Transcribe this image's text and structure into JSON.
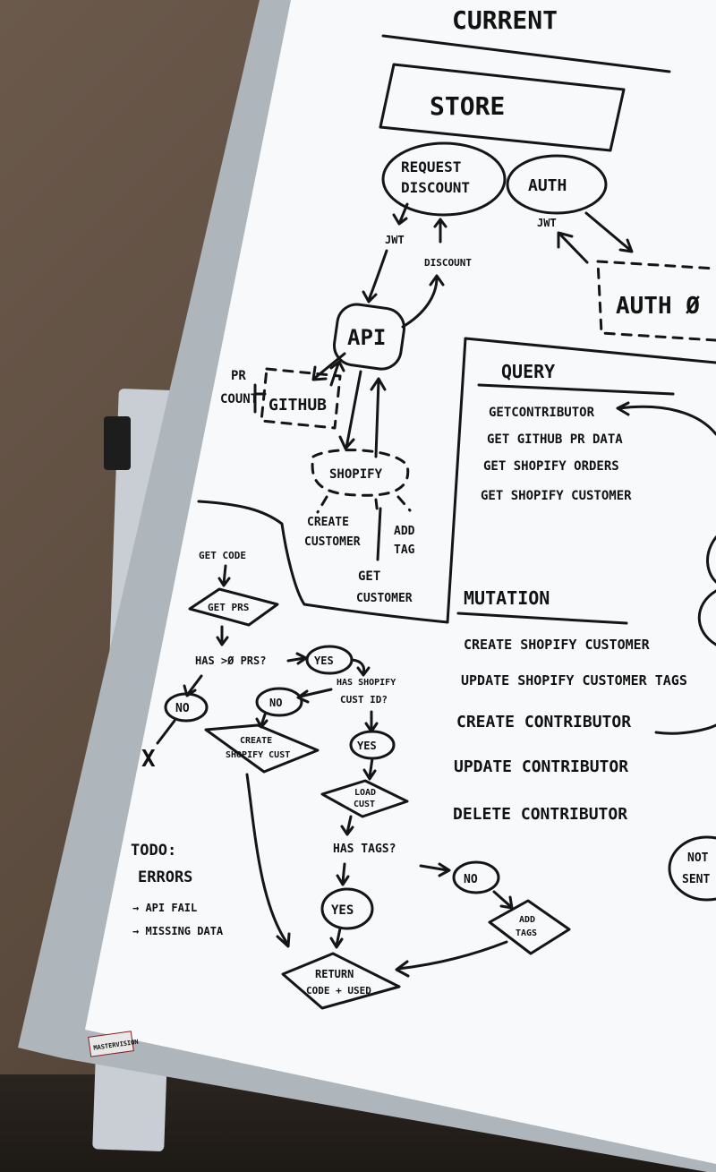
{
  "title": "CURRENT",
  "store": "STORE",
  "request_discount": [
    "REQUEST",
    "DISCOUNT"
  ],
  "auth": "AUTH",
  "jwt_left": "JWT",
  "discount": "DISCOUNT",
  "jwt_right": "JWT",
  "auth0": "AUTH Ø",
  "api": "API",
  "pr_count": [
    "PR",
    "COUNT"
  ],
  "github": "GITHUB",
  "shopify": "SHOPIFY",
  "create_customer": [
    "CREATE",
    "CUSTOMER"
  ],
  "add_tag": [
    "ADD",
    "TAG"
  ],
  "get_customer": [
    "GET",
    "CUSTOMER"
  ],
  "query": {
    "title": "QUERY",
    "items": [
      "GETCONTRIBUTOR",
      "GET GITHUB PR DATA",
      "GET SHOPIFY ORDERS",
      "GET SHOPIFY CUSTOMER"
    ]
  },
  "mutation": {
    "title": "MUTATION",
    "items": [
      "CREATE SHOPIFY CUSTOMER",
      "UPDATE SHOPIFY CUSTOMER TAGS",
      "CREATE CONTRIBUTOR",
      "UPDATE CONTRIBUTOR",
      "DELETE CONTRIBUTOR"
    ]
  },
  "flow": {
    "get_code": "GET CODE",
    "get_prs": "GET PRS",
    "has_prs": "HAS >Ø PRS?",
    "yes1": "YES",
    "no1": "NO",
    "x": "X",
    "has_shopify": [
      "HAS SHOPIFY",
      "CUST ID?"
    ],
    "no2": "NO",
    "create_shopify": [
      "CREATE",
      "SHOPIFY CUST"
    ],
    "yes2": "YES",
    "load_cust": [
      "LOAD",
      "CUST"
    ],
    "has_tags": "HAS TAGS?",
    "no3": "NO",
    "yes3": "YES",
    "add_tags": [
      "ADD",
      "TAGS"
    ],
    "return": [
      "RETURN",
      "CODE + USED"
    ]
  },
  "todo": {
    "title": "TODO:",
    "subtitle": "ERRORS",
    "items": [
      "→ API FAIL",
      "→ MISSING DATA"
    ]
  },
  "not_sent": [
    "NOT",
    "SENT"
  ],
  "brand_label": "MASTERVISION"
}
